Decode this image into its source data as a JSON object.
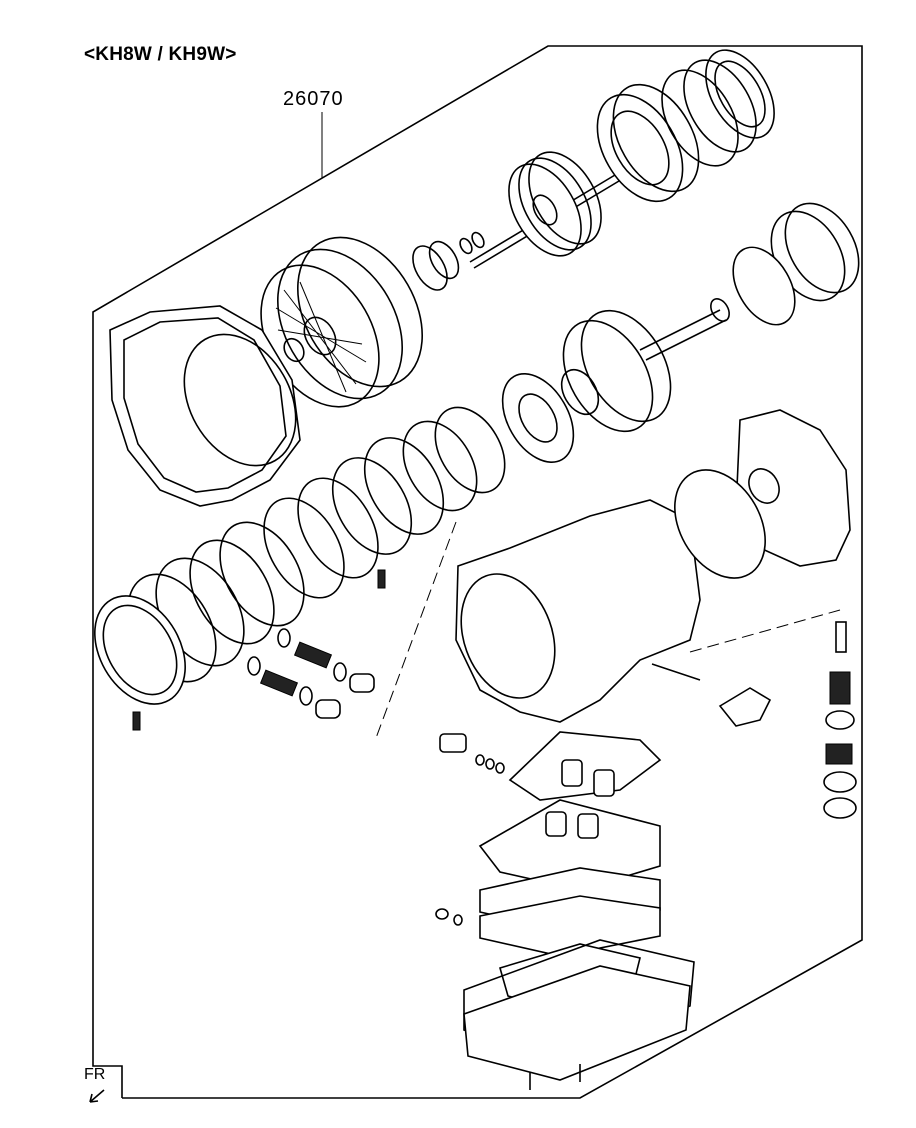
{
  "header": {
    "title": "<KH8W / KH9W>"
  },
  "callouts": [
    {
      "part_number": "26070"
    }
  ],
  "orientation": {
    "label": "FR",
    "icon": "front-arrow-icon"
  }
}
